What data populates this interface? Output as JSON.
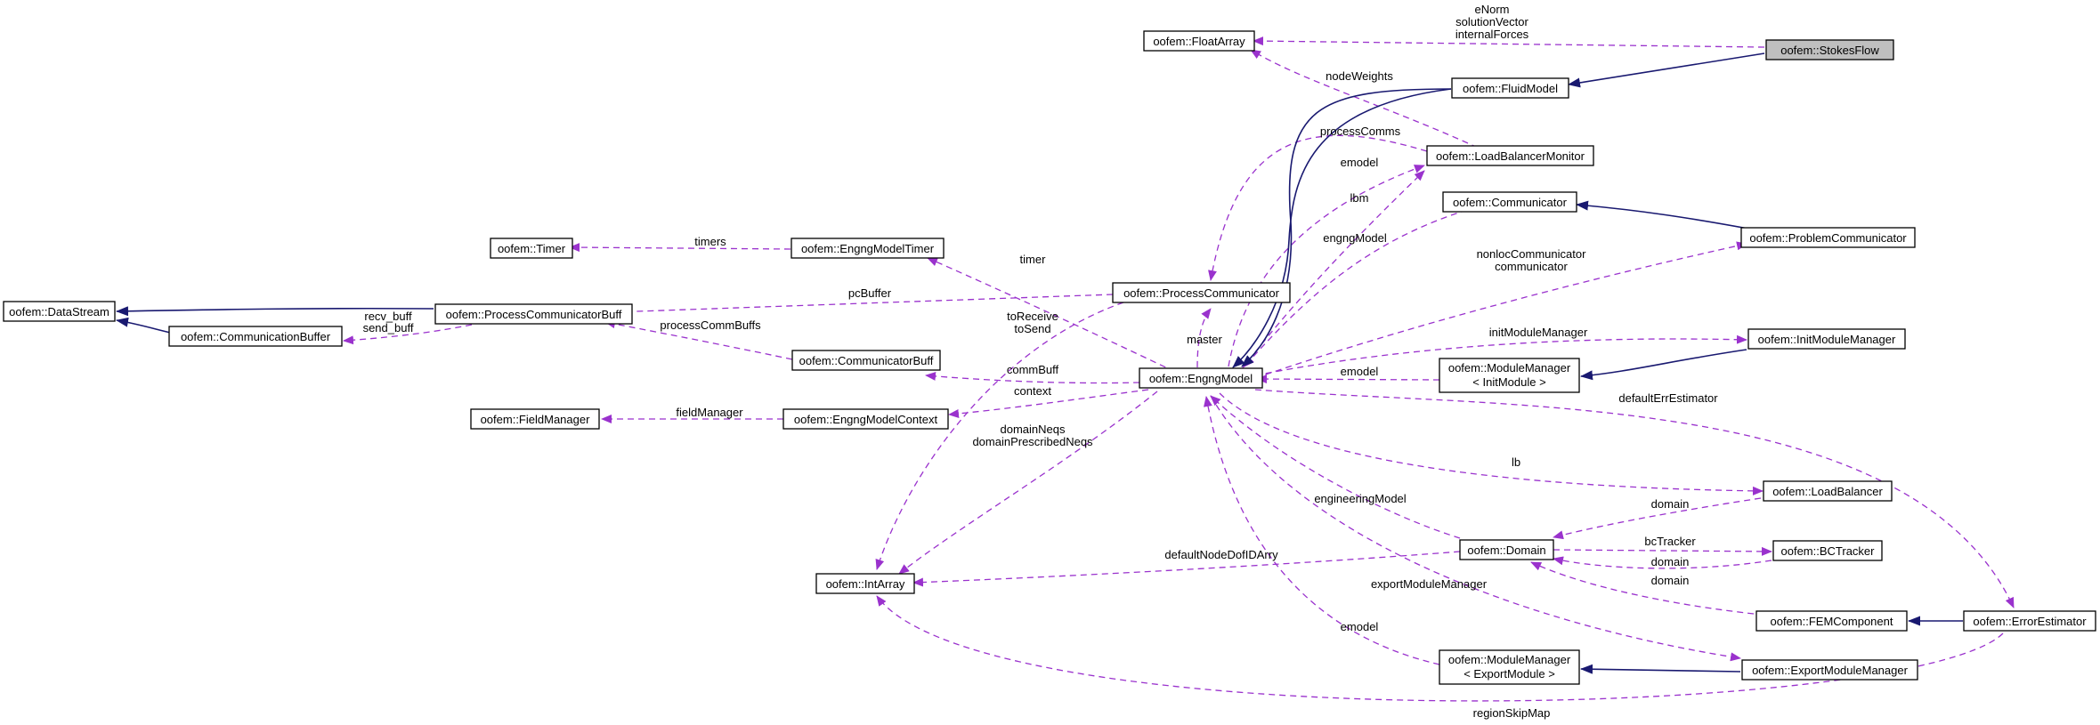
{
  "colors": {
    "usage_edge": "#9a32cd",
    "inheritance_edge": "#191970",
    "focus_fill": "#bfbfbf"
  },
  "nodes": {
    "stokesflow": "oofem::StokesFlow",
    "floatarray": "oofem::FloatArray",
    "fluidmodel": "oofem::FluidModel",
    "loadbalancermonitor": "oofem::LoadBalancerMonitor",
    "communicator": "oofem::Communicator",
    "problemcommunicator": "oofem::ProblemCommunicator",
    "timer": "oofem::Timer",
    "engngmodeltimer": "oofem::EngngModelTimer",
    "processcommunicator": "oofem::ProcessCommunicator",
    "datastream": "oofem::DataStream",
    "processcommunicatorbuff": "oofem::ProcessCommunicatorBuff",
    "communicationbuffer": "oofem::CommunicationBuffer",
    "communicatorbuff": "oofem::CommunicatorBuff",
    "engngmodel": "oofem::EngngModel",
    "initmodulemanager": "oofem::InitModuleManager",
    "modulemanager_init_1": "oofem::ModuleManager",
    "modulemanager_init_2": "< InitModule >",
    "fieldmanager": "oofem::FieldManager",
    "engngmodelcontext": "oofem::EngngModelContext",
    "loadbalancer": "oofem::LoadBalancer",
    "domain": "oofem::Domain",
    "bctracker": "oofem::BCTracker",
    "intarray": "oofem::IntArray",
    "femcomponent": "oofem::FEMComponent",
    "errorestimator": "oofem::ErrorEstimator",
    "modulemanager_export_1": "oofem::ModuleManager",
    "modulemanager_export_2": "< ExportModule >",
    "exportmodulemanager": "oofem::ExportModuleManager"
  },
  "edge_labels": {
    "enorm": "eNorm",
    "solutionvector": "solutionVector",
    "internalforces": "internalForces",
    "nodeweights": "nodeWeights",
    "processcomms": "processComms",
    "emodel_lbm": "emodel",
    "lbm": "lbm",
    "engngmodel": "engngModel",
    "timers": "timers",
    "timer": "timer",
    "nonloccommunicator": "nonlocCommunicator",
    "communicator": "communicator",
    "pcbuffer": "pcBuffer",
    "recv_buff": "recv_buff",
    "send_buff": "send_buff",
    "toreceive": "toReceive",
    "tosend": "toSend",
    "master": "master",
    "initmodulemanager": "initModuleManager",
    "processcommbuffs": "processCommBuffs",
    "commbuff": "commBuff",
    "emodel_init": "emodel",
    "context": "context",
    "fieldmanager": "fieldManager",
    "defaulterrestimator": "defaultErrEstimator",
    "domainneqs": "domainNeqs",
    "domainprescribedneqs": "domainPrescribedNeqs",
    "lb": "lb",
    "engineeringmodel": "engineeringModel",
    "domain_lb": "domain",
    "bctracker": "bcTracker",
    "domain_bct": "domain",
    "defaultnodedofidarry": "defaultNodeDofIDArry",
    "domain_fem": "domain",
    "exportmodulemanager": "exportModuleManager",
    "emodel_export": "emodel",
    "regionskipmap": "regionSkipMap"
  }
}
